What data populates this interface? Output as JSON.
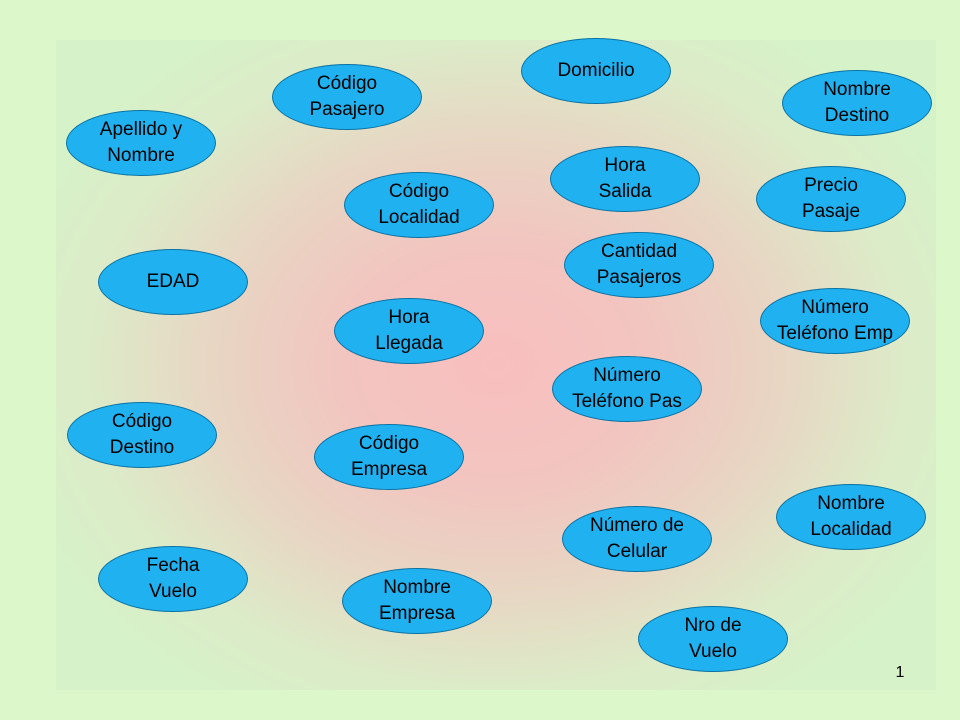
{
  "slide": {
    "page_number": "1",
    "node_fill": "#20b2f0",
    "background": "#dcf7c9",
    "center_glow": "#f8bfbf"
  },
  "nodes": [
    {
      "id": "domicilio",
      "lines": [
        "Domicilio"
      ]
    },
    {
      "id": "codigo-pasajero",
      "lines": [
        "Código",
        "Pasajero"
      ]
    },
    {
      "id": "nombre-destino",
      "lines": [
        "Nombre",
        "Destino"
      ]
    },
    {
      "id": "apellido-nombre",
      "lines": [
        "Apellido y",
        "Nombre"
      ]
    },
    {
      "id": "hora-salida",
      "lines": [
        "Hora",
        "Salida"
      ]
    },
    {
      "id": "codigo-localidad",
      "lines": [
        "Código",
        "Localidad"
      ]
    },
    {
      "id": "precio-pasaje",
      "lines": [
        "Precio",
        "Pasaje"
      ]
    },
    {
      "id": "cantidad-pasajeros",
      "lines": [
        "Cantidad",
        "Pasajeros"
      ]
    },
    {
      "id": "edad",
      "lines": [
        "EDAD"
      ]
    },
    {
      "id": "numero-telefono-emp",
      "lines": [
        "Número",
        "Teléfono Emp"
      ]
    },
    {
      "id": "hora-llegada",
      "lines": [
        "Hora",
        "Llegada"
      ]
    },
    {
      "id": "numero-telefono-pas",
      "lines": [
        "Número",
        "Teléfono Pas"
      ]
    },
    {
      "id": "codigo-destino",
      "lines": [
        "Código",
        "Destino"
      ]
    },
    {
      "id": "codigo-empresa",
      "lines": [
        "Código",
        "Empresa"
      ]
    },
    {
      "id": "nombre-localidad",
      "lines": [
        "Nombre",
        "Localidad"
      ]
    },
    {
      "id": "numero-celular",
      "lines": [
        "Número de",
        "Celular"
      ]
    },
    {
      "id": "fecha-vuelo",
      "lines": [
        "Fecha",
        "Vuelo"
      ]
    },
    {
      "id": "nombre-empresa",
      "lines": [
        "Nombre",
        "Empresa"
      ]
    },
    {
      "id": "nro-vuelo",
      "lines": [
        "Nro de",
        "Vuelo"
      ]
    }
  ]
}
